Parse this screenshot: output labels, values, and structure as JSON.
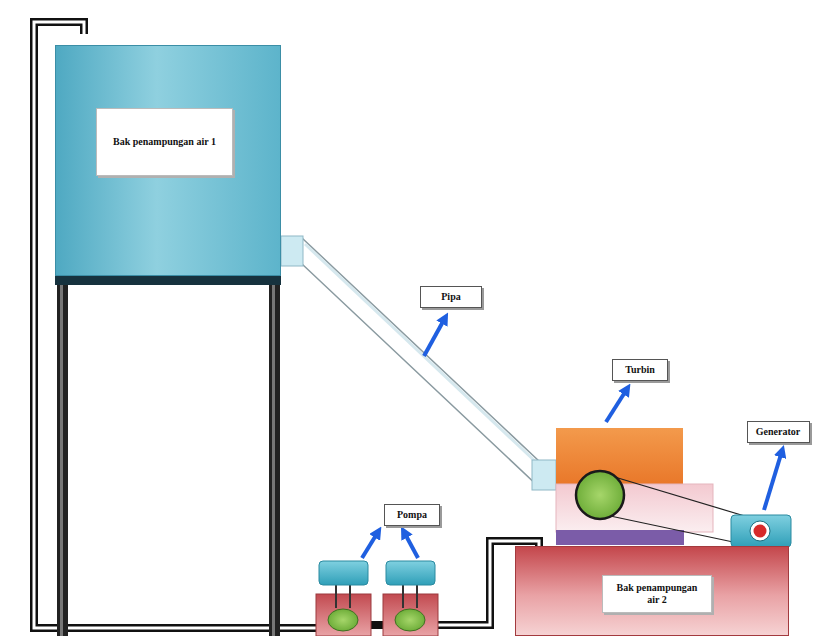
{
  "diagram": {
    "nodes": [
      {
        "text": [
          "Bak penampungan air 1"
        ]
      },
      {
        "text": [
          "Pipa"
        ]
      },
      {
        "text": [
          "Turbin"
        ]
      },
      {
        "text": [
          "Generator"
        ]
      },
      {
        "text": [
          "Pompa"
        ]
      },
      {
        "text": [
          "Bak penampungan air 2"
        ]
      }
    ]
  }
}
